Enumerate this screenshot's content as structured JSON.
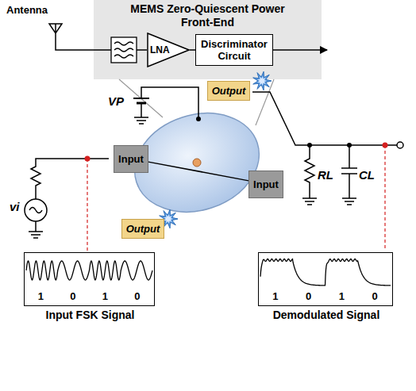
{
  "diagram": {
    "nodes": [
      {
        "text": [
          "MEMS Zero-Quiescent Power Front-End"
        ]
      },
      {
        "text": [
          "LNA"
        ],
        "in": 0
      },
      {
        "text": [
          "Discriminator Circuit"
        ],
        "in": 0
      },
      {
        "text": [
          "Output"
        ]
      },
      {
        "text": [
          "Input"
        ]
      },
      {
        "text": [
          "Input"
        ]
      },
      {
        "text": [
          "Output"
        ]
      },
      {
        "text": [
          "1",
          "0",
          "1",
          "0",
          "Input FSK Signal"
        ]
      },
      {
        "text": [
          "1",
          "0",
          "1",
          "0",
          "Demodulated Signal"
        ]
      }
    ],
    "edges": [
      {
        "from": 1,
        "to": 2,
        "arrow": "none"
      },
      {
        "from": 4,
        "to": 5,
        "arrow": "none"
      }
    ],
    "labels": [
      "Antenna",
      "VP",
      "vi",
      "RL",
      "CL"
    ]
  }
}
